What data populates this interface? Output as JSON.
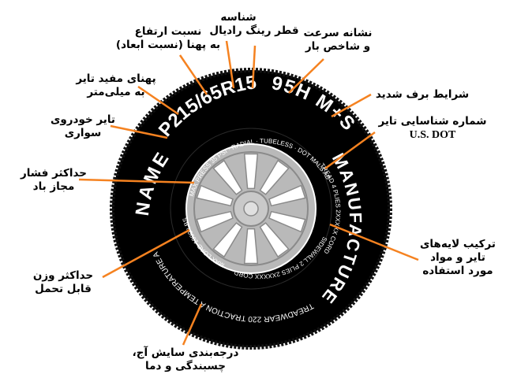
{
  "tire": {
    "size_code": "P215/65R15",
    "service_code": "95H",
    "snow_code": "M+S",
    "brand": "NAME",
    "manufacturer": "MANUFACTURER",
    "inner_text_top": "MAX PRESS 35 PSI · RADIAL · TUBELESS · DOT MALS ABC036",
    "inner_text_right": "TREAD 4 PLIES 2XXXXX CORD",
    "inner_text_bottom_right": "SIDEWALL 2 PLIES 2XXXXX CORD",
    "inner_text_left": "MAX LOAD 1300 LBS",
    "outer_text_bottom": "TREADWEAR 220 TRACTION A TEMPERATURE A",
    "colors": {
      "tread": "#000000",
      "rim": "#b9b9b9",
      "rim_edge": "#8a8a8a",
      "callout": "#f58220"
    }
  },
  "labels": {
    "bead_diameter": [
      "شناسه",
      "قطر رینگ  رادیال"
    ],
    "speed_rating": [
      "نشانه سرعت",
      "و شاخص بار"
    ],
    "aspect_ratio": [
      "نسبت ارتفاع",
      "به پهنا (نسبت ابعاد)"
    ],
    "section_width": [
      "پهنای مفید تایر",
      "به میلی‌متر"
    ],
    "passenger_car": [
      "تایر خودروی",
      "سواری"
    ],
    "snow": [
      "شرایط برف شدید"
    ],
    "dot": [
      "شماره شناسایی تایر",
      "U.S. DOT"
    ],
    "max_pressure": [
      "حداکثر فشار",
      "مجاز باد"
    ],
    "construction": [
      "ترکیب لایه‌های",
      "تایر و مواد",
      "مورد استفاده"
    ],
    "max_load": [
      "حداکثر وزن",
      "قابل تحمل"
    ],
    "utqg": [
      "درجه‌بندی سایش آج،",
      "چسبندگی و دما"
    ]
  }
}
